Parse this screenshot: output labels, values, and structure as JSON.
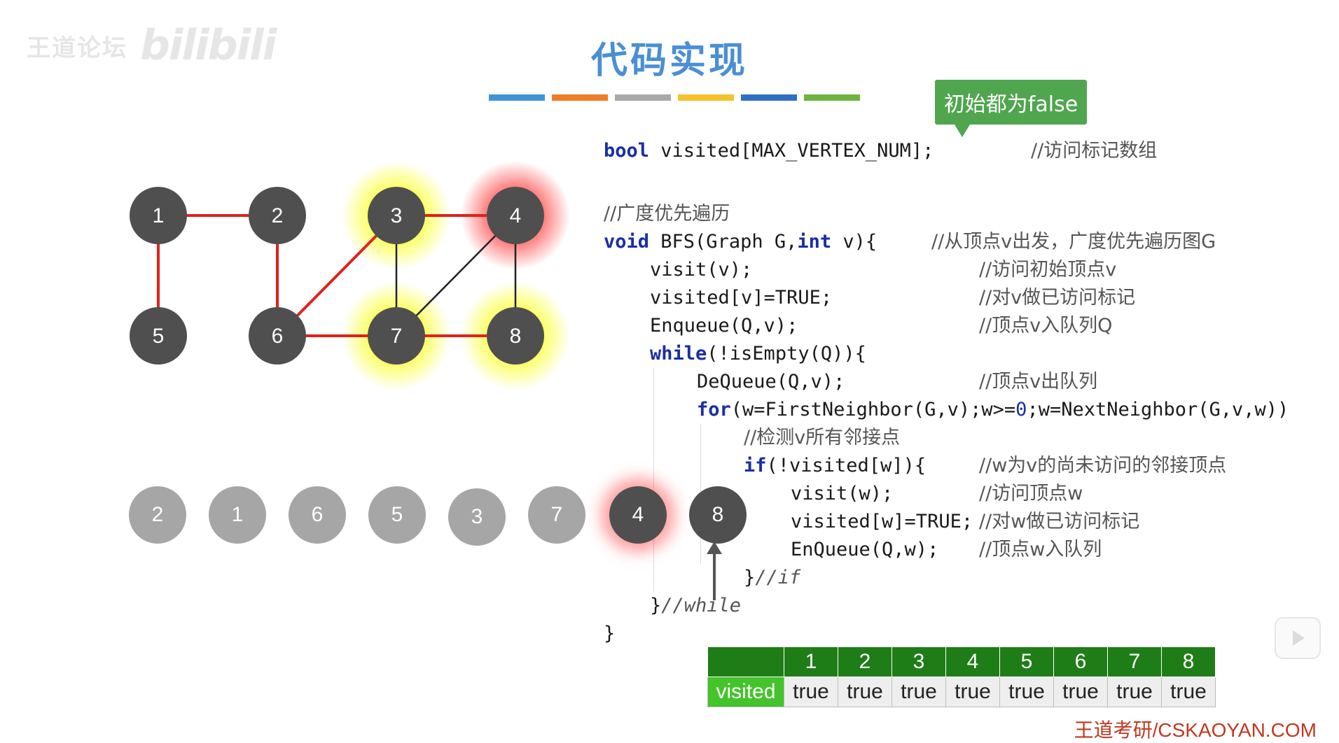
{
  "watermark": {
    "channel": "王道论坛",
    "logo": "bilibili"
  },
  "title": "代码实现",
  "color_strip": [
    "#3f94d6",
    "#ef7d26",
    "#a9a9a9",
    "#f6c22b",
    "#2f6fc4",
    "#6bb43d"
  ],
  "callout": "初始都为false",
  "graph": {
    "nodes": [
      "1",
      "2",
      "3",
      "4",
      "5",
      "6",
      "7",
      "8"
    ],
    "visited_edges": [
      "1-2",
      "1-5",
      "2-6",
      "6-3",
      "6-7",
      "3-4",
      "7-8"
    ],
    "other_edges": [
      "3-7",
      "4-7",
      "4-8"
    ],
    "glow": {
      "3": "yellow",
      "7": "yellow",
      "8": "yellow",
      "4": "red"
    },
    "colors": {
      "node": "#4f4f4f",
      "visited_edge": "#e0211a",
      "other_edge": "#222222"
    }
  },
  "code": {
    "decl": {
      "kw": "bool",
      "text": " visited[MAX_VERTEX_NUM];",
      "comment": "//访问标记数组"
    },
    "bfs_comment": "//广度优先遍历",
    "sig": {
      "kw": "void",
      "a": " BFS(Graph G,",
      "kw2": "int",
      "b": " v){",
      "comment": "//从顶点v出发，广度优先遍历图G"
    },
    "visit": {
      "text": "visit(v);",
      "comment": "//访问初始顶点v"
    },
    "mark": {
      "text": "visited[v]=TRUE;",
      "comment": "//对v做已访问标记"
    },
    "enq": {
      "text": "Enqueue(Q,v);",
      "comment": "//顶点v入队列Q"
    },
    "while": {
      "kw": "while",
      "text": "(!isEmpty(Q)){"
    },
    "deq": {
      "text": "DeQueue(Q,v);",
      "comment": "//顶点v出队列"
    },
    "for": {
      "kw": "for",
      "a": "(w=FirstNeighbor(G,v);w>=",
      "num": "0",
      "b": ";w=NextNeighbor(G,v,w))"
    },
    "for_comment": "//检测v所有邻接点",
    "if": {
      "kw": "if",
      "text": "(!visited[w]){",
      "comment": "//w为v的尚未访问的邻接顶点"
    },
    "visitw": {
      "text": "visit(w);",
      "comment": "//访问顶点w"
    },
    "markw": {
      "text": "visited[w]=TRUE;",
      "comment": "//对w做已访问标记"
    },
    "enqw": {
      "text": "EnQueue(Q,w);",
      "comment": "//顶点w入队列"
    },
    "endif": {
      "brace": "}",
      "comment": "//if"
    },
    "endwhile": {
      "brace": "}",
      "comment": "//while"
    },
    "endfunc": "}"
  },
  "queue": {
    "dequeued": [
      "2",
      "1",
      "6",
      "5",
      "3",
      "7"
    ],
    "remaining": [
      "4",
      "8"
    ]
  },
  "visited_table": {
    "row_label": "visited",
    "indices": [
      "1",
      "2",
      "3",
      "4",
      "5",
      "6",
      "7",
      "8"
    ],
    "values": [
      "true",
      "true",
      "true",
      "true",
      "true",
      "true",
      "true",
      "true"
    ],
    "colors": {
      "header": "#1f7d17",
      "label": "#43c42b"
    }
  },
  "footer": "王道考研/CSKAOYAN.COM"
}
